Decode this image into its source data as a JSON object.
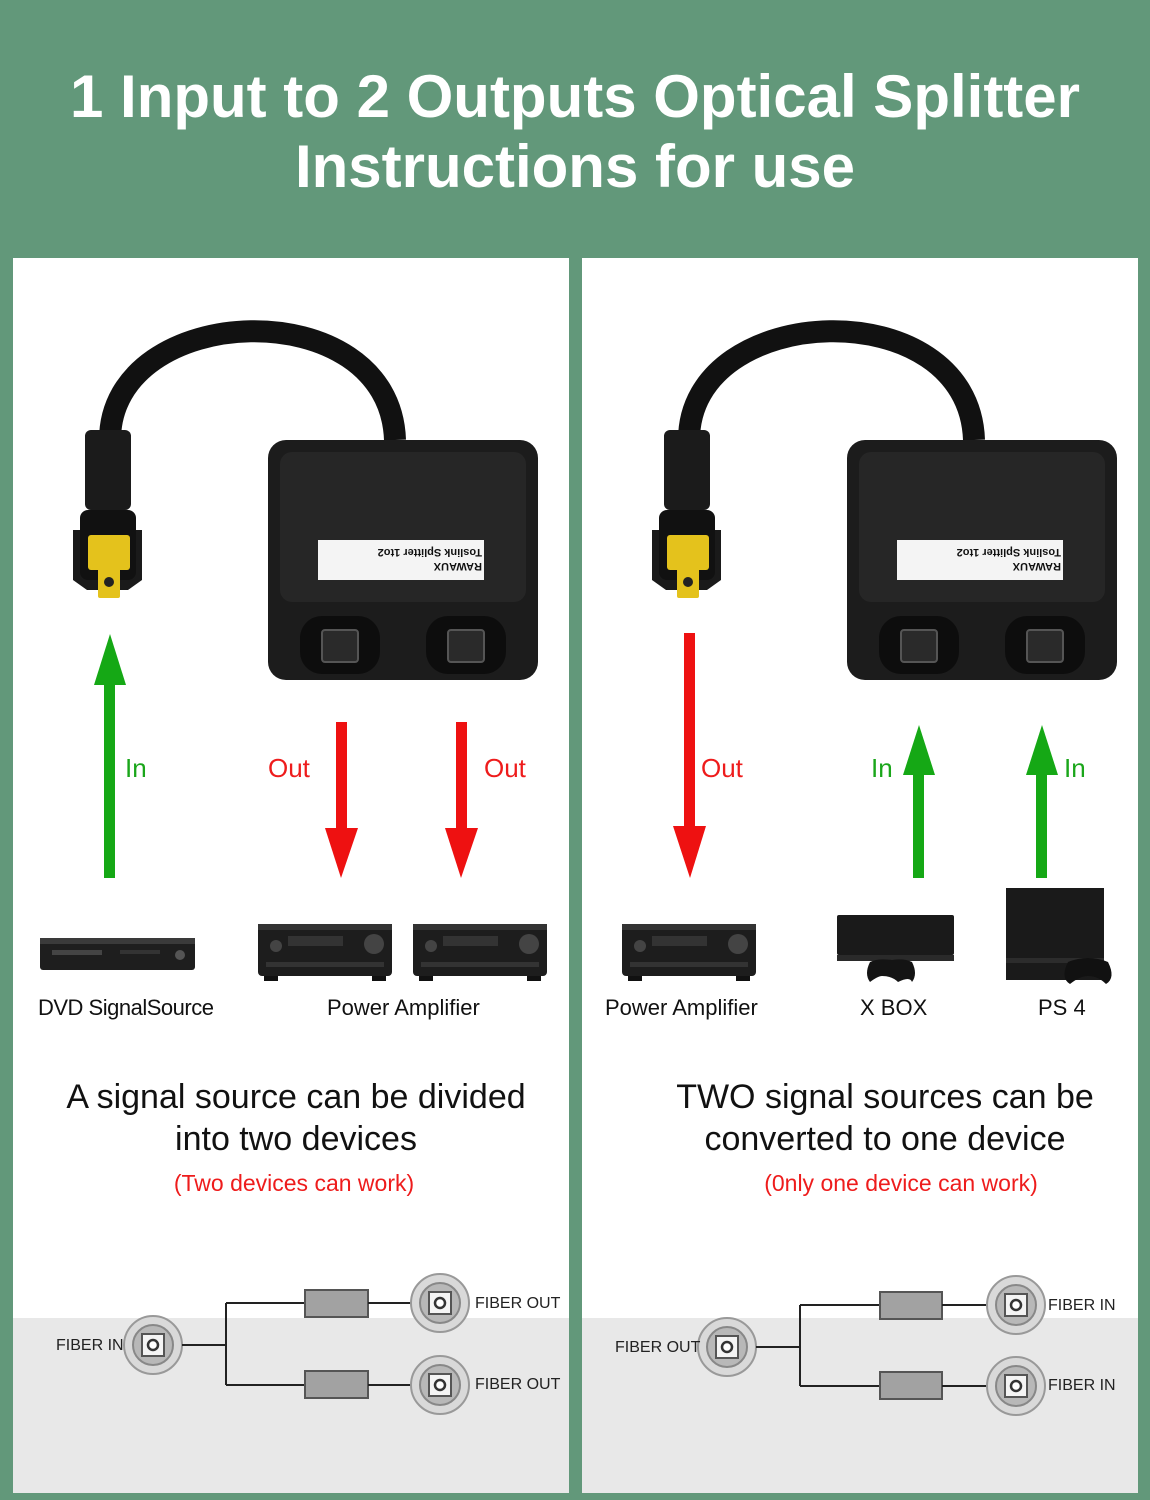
{
  "header": {
    "line1": "1 Input to 2 Outputs Optical Splitter",
    "line2": "Instructions for use"
  },
  "product": {
    "brand": "RAWAUX",
    "model": "Toslink Splitter 1to2"
  },
  "colors": {
    "background": "#62987a",
    "in_arrow": "#15a815",
    "out_arrow": "#ee1111",
    "caption_band": "#e8e8e8"
  },
  "left_panel": {
    "arrows": [
      {
        "direction": "up",
        "label": "In",
        "color": "green"
      },
      {
        "direction": "down",
        "label": "Out",
        "color": "red"
      },
      {
        "direction": "down",
        "label": "Out",
        "color": "red"
      }
    ],
    "devices": [
      {
        "icon": "dvd-player-icon",
        "label": "DVD SignalSource"
      },
      {
        "icon": "power-amplifier-icon",
        "label": "Power Amplifier"
      }
    ],
    "caption_line1": "A signal source can be divided",
    "caption_line2": "into two devices",
    "caption_note": "(Two devices can work)",
    "diagram": {
      "source": "FIBER IN",
      "outputs": [
        "FIBER OUT",
        "FIBER OUT"
      ]
    }
  },
  "right_panel": {
    "arrows": [
      {
        "direction": "down",
        "label": "Out",
        "color": "red"
      },
      {
        "direction": "up",
        "label": "In",
        "color": "green"
      },
      {
        "direction": "up",
        "label": "In",
        "color": "green"
      }
    ],
    "devices": [
      {
        "icon": "power-amplifier-icon",
        "label": "Power Amplifier"
      },
      {
        "icon": "xbox-console-icon",
        "label": "X BOX"
      },
      {
        "icon": "ps4-console-icon",
        "label": "PS 4"
      }
    ],
    "caption_line1": "TWO signal sources can be",
    "caption_line2": "converted to one device",
    "caption_note": "(0nly one device can work)",
    "diagram": {
      "source": "FIBER OUT",
      "outputs": [
        "FIBER IN",
        "FIBER IN"
      ]
    }
  }
}
